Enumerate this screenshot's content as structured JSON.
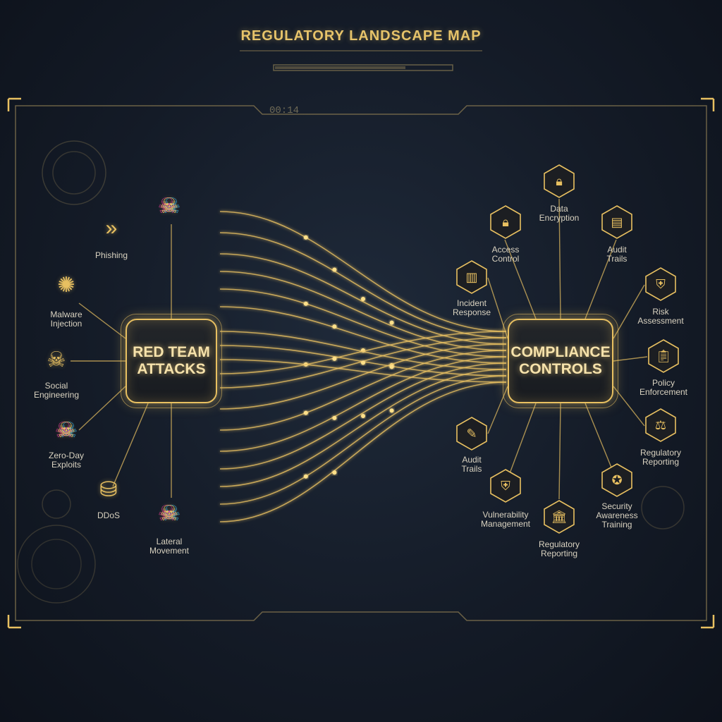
{
  "title": "REGULATORY LANDSCAPE MAP",
  "hud_counter": "00:14",
  "hubs": {
    "red_team": "RED TEAM\nATTACKS",
    "compliance": "COMPLIANCE\nCONTROLS"
  },
  "attacks": [
    {
      "label": "Phishing",
      "icon": "chevron-arrows-icon"
    },
    {
      "label": "Malware\nInjection",
      "icon": "virus-icon"
    },
    {
      "label": "Social\nEngineering",
      "icon": "skull-network-icon"
    },
    {
      "label": "Zero-Day\nExploits",
      "icon": "skull-icon"
    },
    {
      "label": "DDoS",
      "icon": "database-burst-icon"
    },
    {
      "label": "Lateral\nMovement",
      "icon": "skull-icon"
    },
    {
      "label": "",
      "icon": "skull-icon"
    }
  ],
  "controls": [
    {
      "label": "Data\nEncryption",
      "icon": "lock-icon"
    },
    {
      "label": "Access\nControl",
      "icon": "lock-icon"
    },
    {
      "label": "Audit\nTrails",
      "icon": "document-search-icon"
    },
    {
      "label": "Incident\nResponse",
      "icon": "document-alert-icon"
    },
    {
      "label": "Risk\nAssessment",
      "icon": "shield-icon"
    },
    {
      "label": "Policy\nEnforcement",
      "icon": "clipboard-icon"
    },
    {
      "label": "Audit\nTrails",
      "icon": "document-edit-icon"
    },
    {
      "label": "Regulatory\nReporting",
      "icon": "scales-icon"
    },
    {
      "label": "Vulnerability\nManagement",
      "icon": "shield-icon"
    },
    {
      "label": "Regulatory\nReporting",
      "icon": "building-icon"
    },
    {
      "label": "Security\nAwareness\nTraining",
      "icon": "badge-icon"
    }
  ],
  "colors": {
    "gold": "#e8c061",
    "background": "#141b27",
    "frame": "#8a7a52"
  }
}
